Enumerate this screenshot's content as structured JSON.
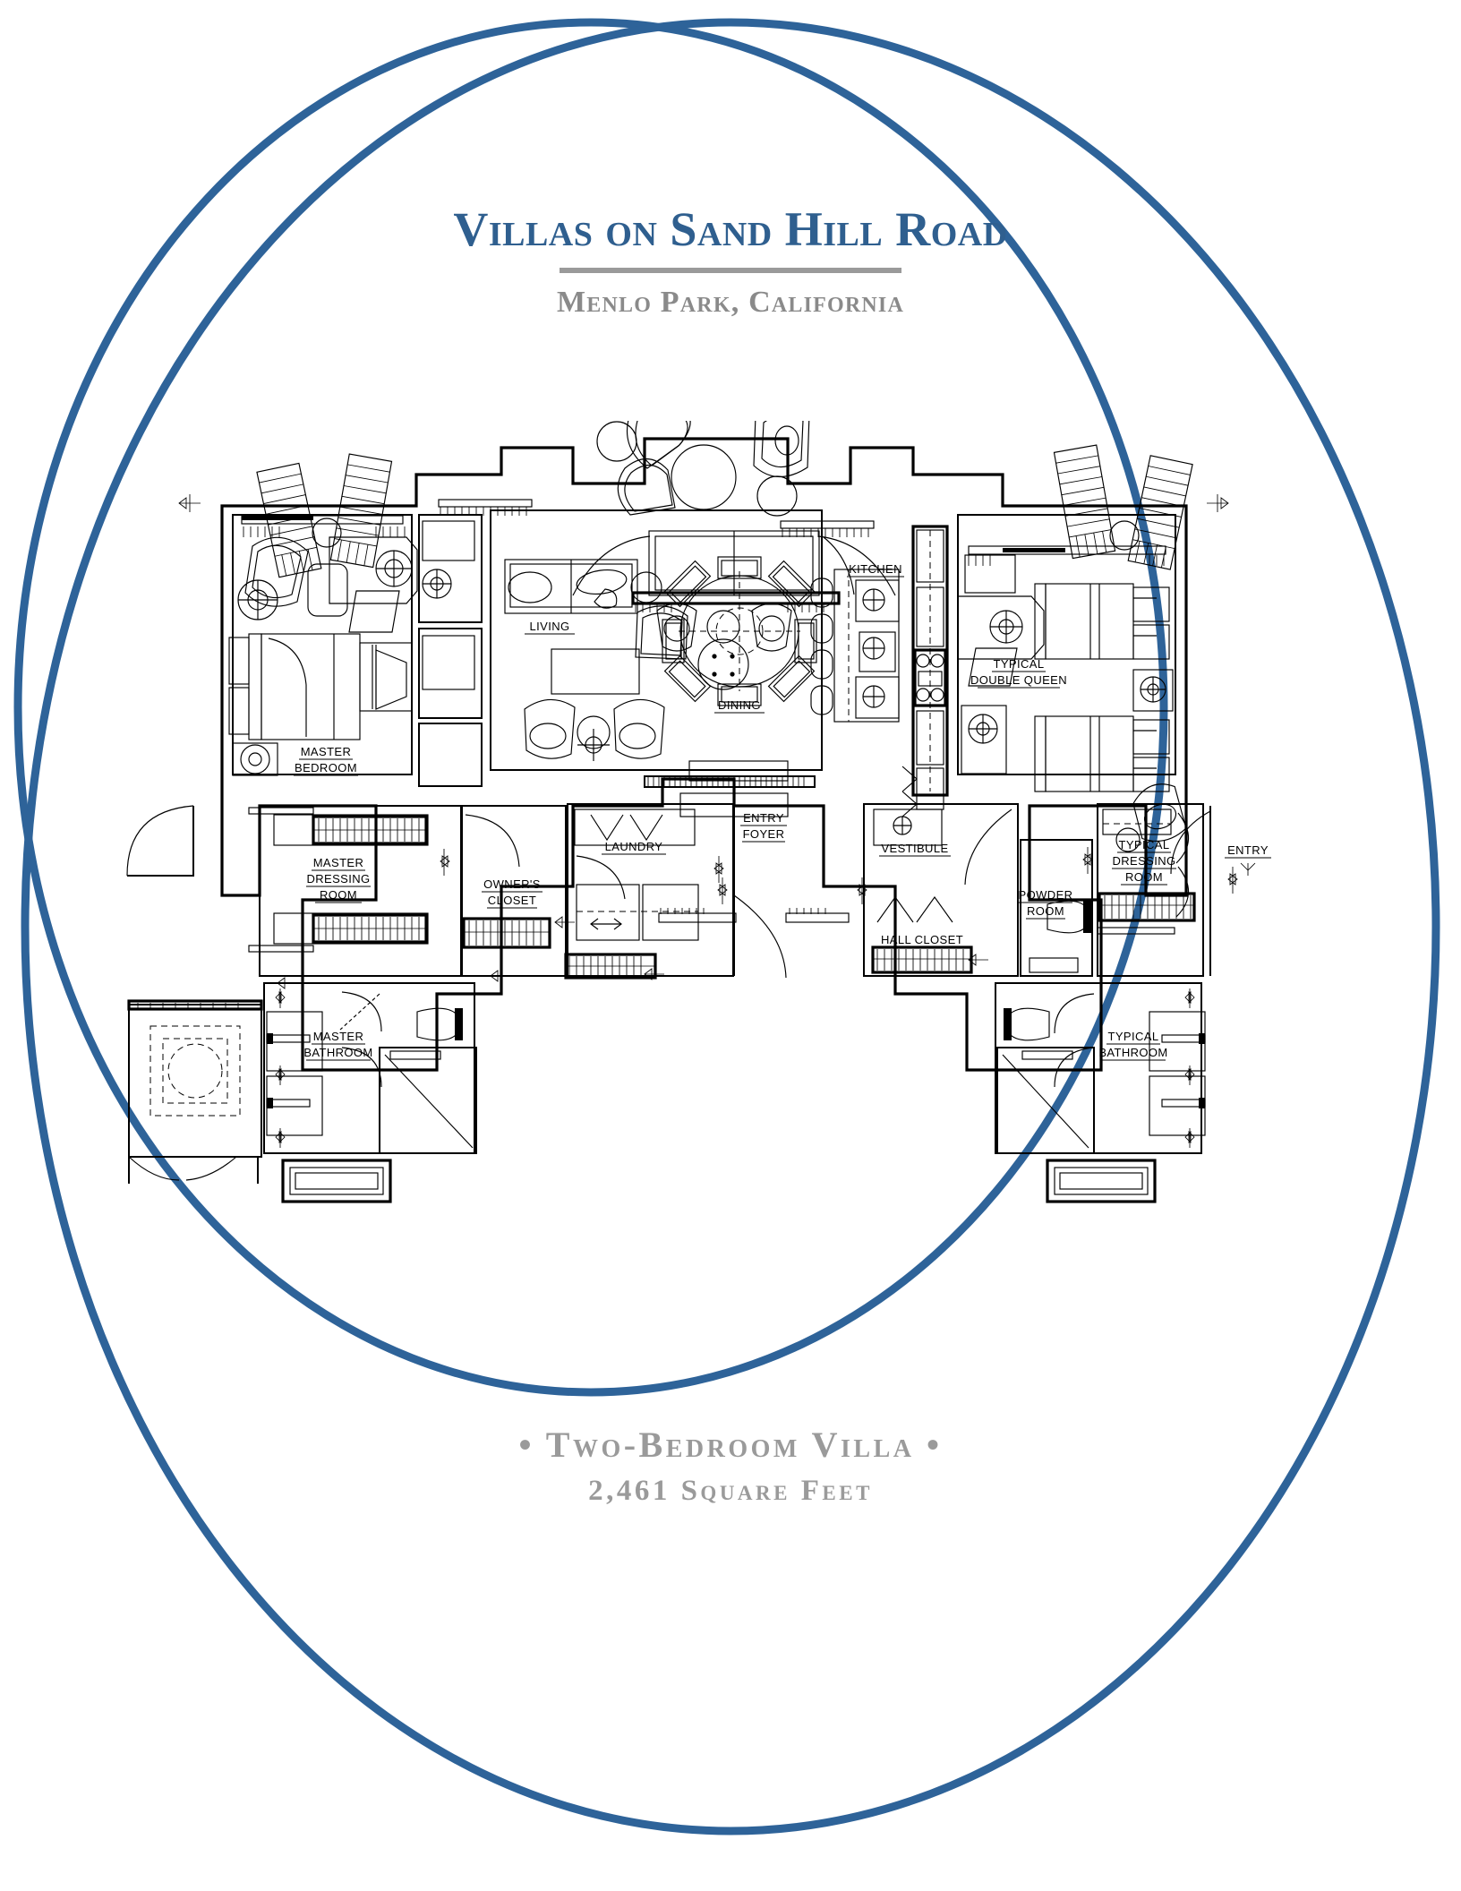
{
  "header": {
    "title": "Villas on Sand Hill Road",
    "subtitle": "Menlo Park, California",
    "rule_color": "#9a9a9a",
    "title_color": "#2f5f8f",
    "subtitle_color": "#8a8a8a"
  },
  "footer": {
    "line1": "• Two-Bedroom Villa •",
    "line2": "2,461 Square Feet",
    "color": "#9a9a9a"
  },
  "border": {
    "shape": "ellipse",
    "color": "#2e6399",
    "stroke_width": 9
  },
  "floorplan": {
    "rooms": [
      {
        "id": "master-bedroom",
        "lines": [
          "MASTER",
          "BEDROOM"
        ]
      },
      {
        "id": "living",
        "lines": [
          "LIVING"
        ]
      },
      {
        "id": "dining",
        "lines": [
          "DINING"
        ]
      },
      {
        "id": "kitchen",
        "lines": [
          "KITCHEN"
        ]
      },
      {
        "id": "typical-double-queen",
        "lines": [
          "TYPICAL",
          "DOUBLE  QUEEN"
        ]
      },
      {
        "id": "master-dressing-room",
        "lines": [
          "MASTER",
          "DRESSING",
          "ROOM"
        ]
      },
      {
        "id": "owners-closet",
        "lines": [
          "OWNER'S",
          "CLOSET"
        ]
      },
      {
        "id": "laundry",
        "lines": [
          "LAUNDRY"
        ]
      },
      {
        "id": "entry-foyer",
        "lines": [
          "ENTRY",
          "FOYER"
        ]
      },
      {
        "id": "vestibule",
        "lines": [
          "VESTIBULE"
        ]
      },
      {
        "id": "hall-closet",
        "lines": [
          "HALL CLOSET"
        ]
      },
      {
        "id": "powder-room",
        "lines": [
          "POWDER",
          "ROOM"
        ]
      },
      {
        "id": "typical-dressing-room",
        "lines": [
          "TYPICAL",
          "DRESSING",
          "ROOM"
        ]
      },
      {
        "id": "entry",
        "lines": [
          "ENTRY"
        ]
      },
      {
        "id": "master-bathroom",
        "lines": [
          "MASTER",
          "BATHROOM"
        ]
      },
      {
        "id": "typical-bathroom",
        "lines": [
          "TYPICAL",
          "BATHROOM"
        ]
      }
    ],
    "labels": {
      "master_bedroom_1": "MASTER",
      "master_bedroom_2": "BEDROOM",
      "living": "LIVING",
      "dining": "DINING",
      "kitchen": "KITCHEN",
      "dq_1": "TYPICAL",
      "dq_2": "DOUBLE  QUEEN",
      "mdr_1": "MASTER",
      "mdr_2": "DRESSING",
      "mdr_3": "ROOM",
      "oc_1": "OWNER'S",
      "oc_2": "CLOSET",
      "laundry": "LAUNDRY",
      "ef_1": "ENTRY",
      "ef_2": "FOYER",
      "vestibule": "VESTIBULE",
      "hall_closet": "HALL CLOSET",
      "pr_1": "POWDER",
      "pr_2": "ROOM",
      "tdr_1": "TYPICAL",
      "tdr_2": "DRESSING",
      "tdr_3": "ROOM",
      "entry": "ENTRY",
      "mb_1": "MASTER",
      "mb_2": "BATHROOM",
      "tb_1": "TYPICAL",
      "tb_2": "BATHROOM"
    }
  }
}
